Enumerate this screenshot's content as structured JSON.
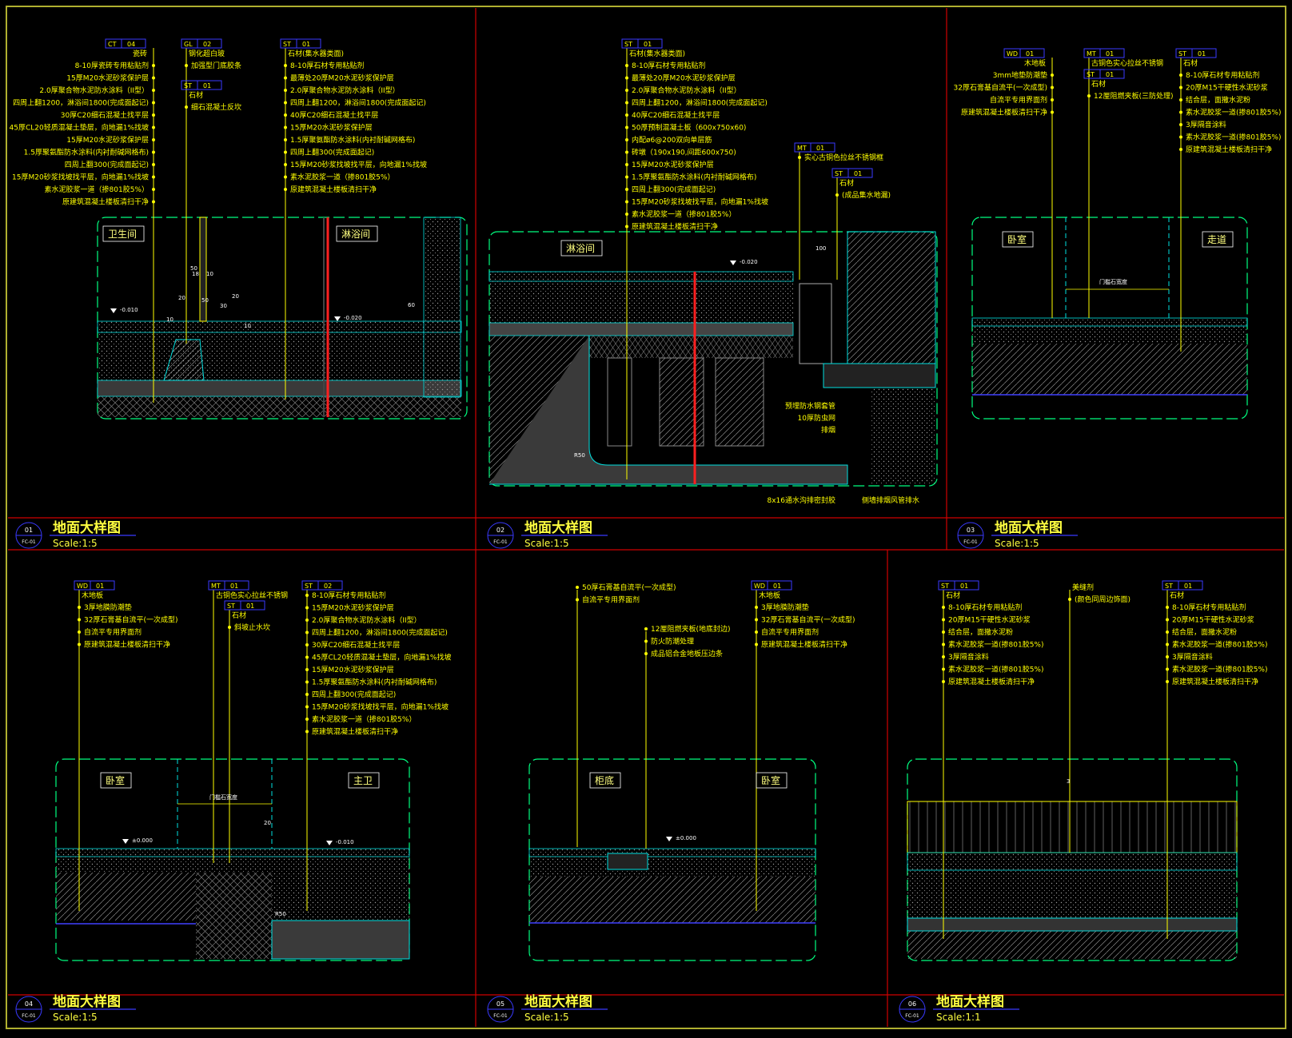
{
  "colors": {
    "bg": "#000000",
    "frame": "#b0b030",
    "divider": "#d00000",
    "leader": "#ffff00",
    "tag": "#3a3aff",
    "cyan": "#00e0e0",
    "green": "#00ff80",
    "hatch": "#8a8a8a",
    "red": "#ff2020"
  },
  "panels": [
    {
      "num": "01",
      "sheet": "FC-01",
      "title": "地面大样图",
      "scale": "Scale:1:5",
      "rooms": [
        "卫生间",
        "淋浴间"
      ],
      "levels": [
        "-0.010",
        "-0.020"
      ],
      "dims": [
        "10",
        "20",
        "50",
        "50",
        "20",
        "10",
        "18",
        "10",
        "30",
        "60"
      ],
      "callouts": [
        {
          "code": "CT",
          "num": "04",
          "name": "瓷砖",
          "lines": [
            "8-10厚瓷砖专用粘贴剂",
            "15厚M20水泥砂浆保护层",
            "2.0厚聚合物水泥防水涂料（II型）",
            "四周上翻1200，淋浴间1800(完成面起记)",
            "30厚C20细石混凝土找平层",
            "45厚CL20轻质混凝土垫层，向地漏1%找坡",
            "15厚M20水泥砂浆保护层",
            "1.5厚聚氨酯防水涂料(内衬耐碱网格布)",
            "四周上翻300(完成面起记)",
            "15厚M20砂浆找坡找平层，向地漏1%找坡",
            "素水泥胶浆一道（掺801胶5%）",
            "原建筑混凝土楼板清扫干净"
          ]
        },
        {
          "code": "GL",
          "num": "02",
          "name": "钢化超白玻",
          "lines": [
            "加强型门底胶条"
          ]
        },
        {
          "code": "ST",
          "num": "01",
          "name": "石材",
          "lines": [
            "细石混凝土反坎"
          ]
        },
        {
          "code": "ST",
          "num": "01",
          "name": "石材(集水器类面)",
          "lines": [
            "8-10厚石材专用粘贴剂",
            "最薄处20厚M20水泥砂浆保护层",
            "2.0厚聚合物水泥防水涂料（II型）",
            "四周上翻1200，淋浴间1800(完成面起记)",
            "40厚C20细石混凝土找平层",
            "15厚M20水泥砂浆保护层",
            "1.5厚聚氨酯防水涂料(内衬耐碱网格布)",
            "四周上翻300(完成面起记)",
            "15厚M20砂浆找坡找平层，向地漏1%找坡",
            "素水泥胶浆一道（掺801胶5%）",
            "原建筑混凝土楼板清扫干净"
          ]
        }
      ]
    },
    {
      "num": "02",
      "sheet": "FC-01",
      "title": "地面大样图",
      "scale": "Scale:1:5",
      "rooms": [
        "淋浴间"
      ],
      "levels": [
        "-0.020"
      ],
      "dims": [
        "100",
        "R50"
      ],
      "callouts": [
        {
          "code": "ST",
          "num": "01",
          "name": "石材(集水器类面)",
          "lines": [
            "8-10厚石材专用粘贴剂",
            "最薄处20厚M20水泥砂浆保护层",
            "2.0厚聚合物水泥防水涂料（II型）",
            "四周上翻1200，淋浴间1800(完成面起记)",
            "40厚C20细石混凝土找平层",
            "50厚预制混凝土板（600x750x60)",
            "内配ø6@200双向单层筋",
            "砖墩（190x190,间距600x750)",
            "15厚M20水泥砂浆保护层",
            "1.5厚聚氨酯防水涂料(内衬耐碱网格布)",
            "四周上翻300(完成面起记)",
            "15厚M20砂浆找坡找平层，向地漏1%找坡",
            "素水泥胶浆一道（掺801胶5%）",
            "原建筑混凝土楼板清扫干净"
          ]
        },
        {
          "code": "MT",
          "num": "01",
          "name": "",
          "lines": [
            "实心古铜色拉丝不锈钢框"
          ]
        },
        {
          "code": "ST",
          "num": "01",
          "name": "石材",
          "lines": [
            "(成品集水地漏)"
          ]
        }
      ],
      "notes": [
        "预埋防水钢套管",
        "10厚防虫网",
        "排烟",
        "8x16通水沟排密封胶",
        "侧墙排烟风管排水"
      ]
    },
    {
      "num": "03",
      "sheet": "FC-01",
      "title": "地面大样图",
      "scale": "Scale:1:5",
      "rooms": [
        "卧室",
        "走道"
      ],
      "dims": [
        "门槛石宽度"
      ],
      "callouts": [
        {
          "code": "WD",
          "num": "01",
          "name": "木地板",
          "lines": [
            "3mm地垫防潮垫",
            "32厚石膏基自流平(一次成型)",
            "自流平专用界面剂",
            "原建筑混凝土楼板清扫干净"
          ]
        },
        {
          "code": "MT",
          "num": "01",
          "name": "古铜色实心拉丝不锈钢",
          "lines": []
        },
        {
          "code": "ST",
          "num": "01",
          "name": "石材",
          "lines": [
            "12厘阻燃夹板(三防处理)"
          ]
        },
        {
          "code": "ST",
          "num": "01",
          "name": "石材",
          "lines": [
            "8-10厚石材专用粘贴剂",
            "20厚M15干硬性水泥砂浆",
            "结合层，面撒水泥粉",
            "素水泥胶浆一道(掺801胶5%)",
            "3厚隔音涂料",
            "素水泥胶浆一道(掺801胶5%)",
            "原建筑混凝土楼板清扫干净"
          ]
        }
      ]
    },
    {
      "num": "04",
      "sheet": "FC-01",
      "title": "地面大样图",
      "scale": "Scale:1:5",
      "rooms": [
        "卧室",
        "主卫"
      ],
      "levels": [
        "±0.000",
        "-0.010"
      ],
      "dims": [
        "门槛石宽度",
        "20",
        "R50"
      ],
      "callouts": [
        {
          "code": "WD",
          "num": "01",
          "name": "木地板",
          "lines": [
            "3厚地膜防潮垫",
            "32厚石膏基自流平(一次成型)",
            "自流平专用界面剂",
            "原建筑混凝土楼板清扫干净"
          ]
        },
        {
          "code": "MT",
          "num": "01",
          "name": "古铜色实心拉丝不锈钢",
          "lines": []
        },
        {
          "code": "ST",
          "num": "01",
          "name": "石材",
          "lines": [
            "斜坡止水坎"
          ]
        },
        {
          "code": "ST",
          "num": "02",
          "name": "",
          "lines": [
            "8-10厚石材专用粘贴剂",
            "15厚M20水泥砂浆保护层",
            "2.0厚聚合物水泥防水涂料（II型）",
            "四周上翻1200，淋浴间1800(完成面起记)",
            "30厚C20细石混凝土找平层",
            "45厚CL20轻质混凝土垫层，向地漏1%找坡",
            "15厚M20水泥砂浆保护层",
            "1.5厚聚氨酯防水涂料(内衬耐碱网格布)",
            "四周上翻300(完成面起记)",
            "15厚M20砂浆找坡找平层，向地漏1%找坡",
            "素水泥胶浆一道（掺801胶5%）",
            "原建筑混凝土楼板清扫干净"
          ]
        }
      ]
    },
    {
      "num": "05",
      "sheet": "FC-01",
      "title": "地面大样图",
      "scale": "Scale:1:5",
      "rooms": [
        "柜底",
        "卧室"
      ],
      "levels": [
        "±0.000"
      ],
      "callouts": [
        {
          "code": "",
          "num": "",
          "name": "",
          "lines": [
            "50厚石膏基自流平(一次成型)",
            "自流平专用界面剂"
          ]
        },
        {
          "code": "",
          "num": "",
          "name": "",
          "lines": [
            "12厘阻燃夹板(地底封边)",
            "防火防潮处理",
            "成品铝合金地板压边条"
          ]
        },
        {
          "code": "WD",
          "num": "01",
          "name": "木地板",
          "lines": [
            "3厚地膜防潮垫",
            "32厚石膏基自流平(一次成型)",
            "自流平专用界面剂",
            "原建筑混凝土楼板清扫干净"
          ]
        }
      ]
    },
    {
      "num": "06",
      "sheet": "FC-01",
      "title": "地面大样图",
      "scale": "Scale:1:1",
      "rooms": [],
      "dims": [
        "3"
      ],
      "callouts": [
        {
          "code": "ST",
          "num": "01",
          "name": "石材",
          "lines": [
            "8-10厚石材专用粘贴剂",
            "20厚M15干硬性水泥砂浆",
            "结合层，面撒水泥粉",
            "素水泥胶浆一道(掺801胶5%)",
            "3厚隔音涂料",
            "素水泥胶浆一道(掺801胶5%)",
            "原建筑混凝土楼板清扫干净"
          ]
        },
        {
          "code": "",
          "num": "",
          "name": "美缝剂",
          "lines": [
            "(颜色同周边饰面)"
          ]
        },
        {
          "code": "ST",
          "num": "01",
          "name": "石材",
          "lines": [
            "8-10厚石材专用粘贴剂",
            "20厚M15干硬性水泥砂浆",
            "结合层，面撒水泥粉",
            "素水泥胶浆一道(掺801胶5%)",
            "3厚隔音涂料",
            "素水泥胶浆一道(掺801胶5%)",
            "原建筑混凝土楼板清扫干净"
          ]
        }
      ]
    }
  ]
}
